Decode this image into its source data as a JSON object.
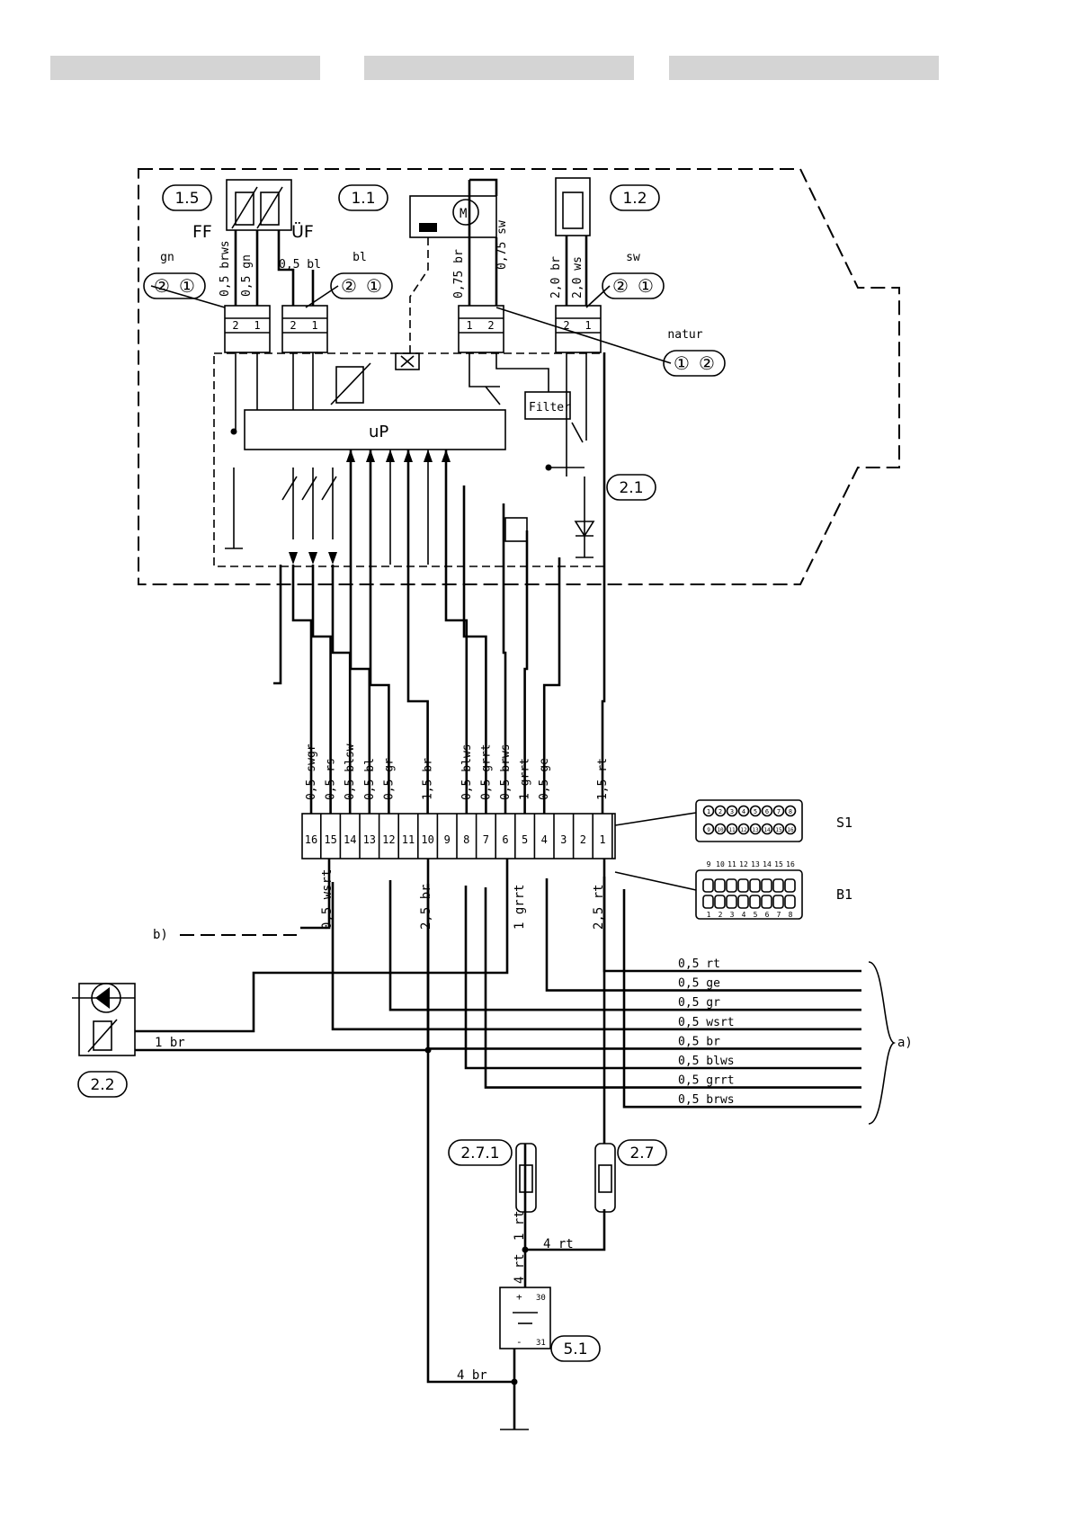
{
  "header_bars": [
    "",
    "",
    ""
  ],
  "refs": {
    "r15": "1.5",
    "r11": "1.1",
    "r12": "1.2",
    "r21": "2.1",
    "r22": "2.2",
    "r271": "2.7.1",
    "r27": "2.7",
    "r51": "5.1"
  },
  "sensor_labels": {
    "ff": "FF",
    "of": "ÜF"
  },
  "connector_colors": {
    "gn": "gn",
    "bl": "bl",
    "sw": "sw",
    "natur": "natur"
  },
  "pins": {
    "one": "1",
    "two": "2"
  },
  "circled_pins": {
    "one": "①",
    "two": "②"
  },
  "wire_labels_top": {
    "brws": "0,5 brws",
    "gn": "0,5 gn",
    "bl": "0,5 bl",
    "motor_br": "0,75 br",
    "motor_sw": "0,75 sw",
    "glow_br": "2,0 br",
    "glow_ws": "2,0 ws"
  },
  "board": {
    "up": "uP",
    "filter": "Filter"
  },
  "harness_labels": [
    {
      "pin": "16",
      "label": "0,5 swgr"
    },
    {
      "pin": "15",
      "label": "0,5 rs"
    },
    {
      "pin": "14",
      "label": "0,5 blsw"
    },
    {
      "pin": "13",
      "label": "0,5 bl"
    },
    {
      "pin": "12",
      "label": "0,5 gr"
    },
    {
      "pin": "10",
      "label": "1,5 br"
    },
    {
      "pin": "8",
      "label": "0,5 blws"
    },
    {
      "pin": "7",
      "label": "0,5 grrt"
    },
    {
      "pin": "6",
      "label": "0,5 brws"
    },
    {
      "pin": "5",
      "label": "1 grrt"
    },
    {
      "pin": "4",
      "label": "0,5 ge"
    },
    {
      "pin": "1",
      "label": "1,5 rt"
    }
  ],
  "strip_pins": [
    "16",
    "15",
    "14",
    "13",
    "12",
    "11",
    "10",
    "9",
    "8",
    "7",
    "6",
    "5",
    "4",
    "3",
    "2",
    "1"
  ],
  "connectors": {
    "s1": "S1",
    "b1": "B1"
  },
  "connector_s1_top": [
    "1",
    "2",
    "3",
    "4",
    "5",
    "6",
    "7",
    "8"
  ],
  "connector_s1_bottom": [
    "9",
    "10",
    "11",
    "12",
    "13",
    "14",
    "15",
    "16"
  ],
  "connector_b1_top": [
    "9",
    "10",
    "11",
    "12",
    "13",
    "14",
    "15",
    "16"
  ],
  "connector_b1_bottom": [
    "1",
    "2",
    "3",
    "4",
    "5",
    "6",
    "7",
    "8"
  ],
  "lower_labels": {
    "wsrt": "0,5 wsrt",
    "br25": "2,5 br",
    "grrt1": "1 grrt",
    "rt25": "2,5 rt",
    "b": "b)",
    "a": "a)",
    "br1": "1 br",
    "rt4a": "4 rt",
    "rt4b": "4 rt",
    "rt1": "1 rt",
    "br4": "4 br"
  },
  "bundle": [
    "0,5 rt",
    "0,5 ge",
    "0,5 gr",
    "0,5 wsrt",
    "0,5 br",
    "0,5 blws",
    "0,5 grrt",
    "0,5 brws"
  ],
  "battery": {
    "plus": "+",
    "minus": "-",
    "t30": "30",
    "t31": "31"
  }
}
